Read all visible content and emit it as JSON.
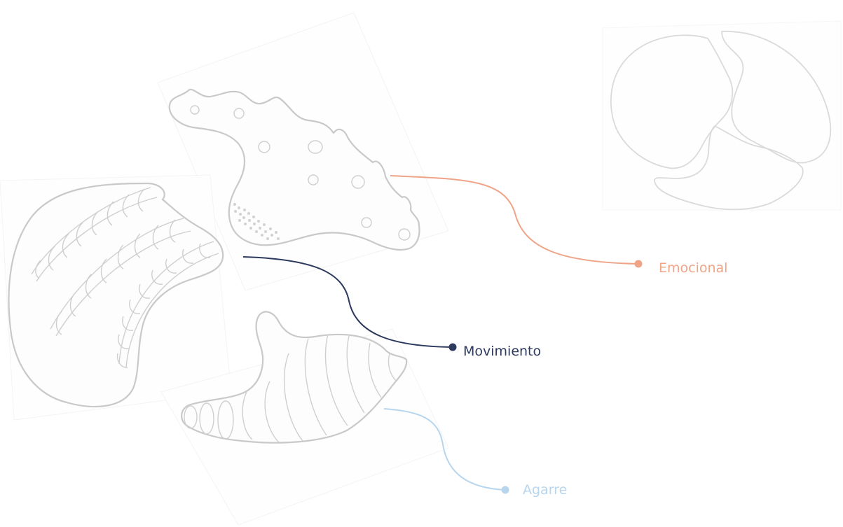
{
  "labels": {
    "emocional": "Emocional",
    "movimiento": "Movimiento",
    "agarre": "Agarre"
  },
  "colors": {
    "emocional": "#f0a487",
    "movimiento": "#2d3a5e",
    "agarre": "#b7d6ee",
    "sketch_stroke": "#c9c9c9"
  }
}
